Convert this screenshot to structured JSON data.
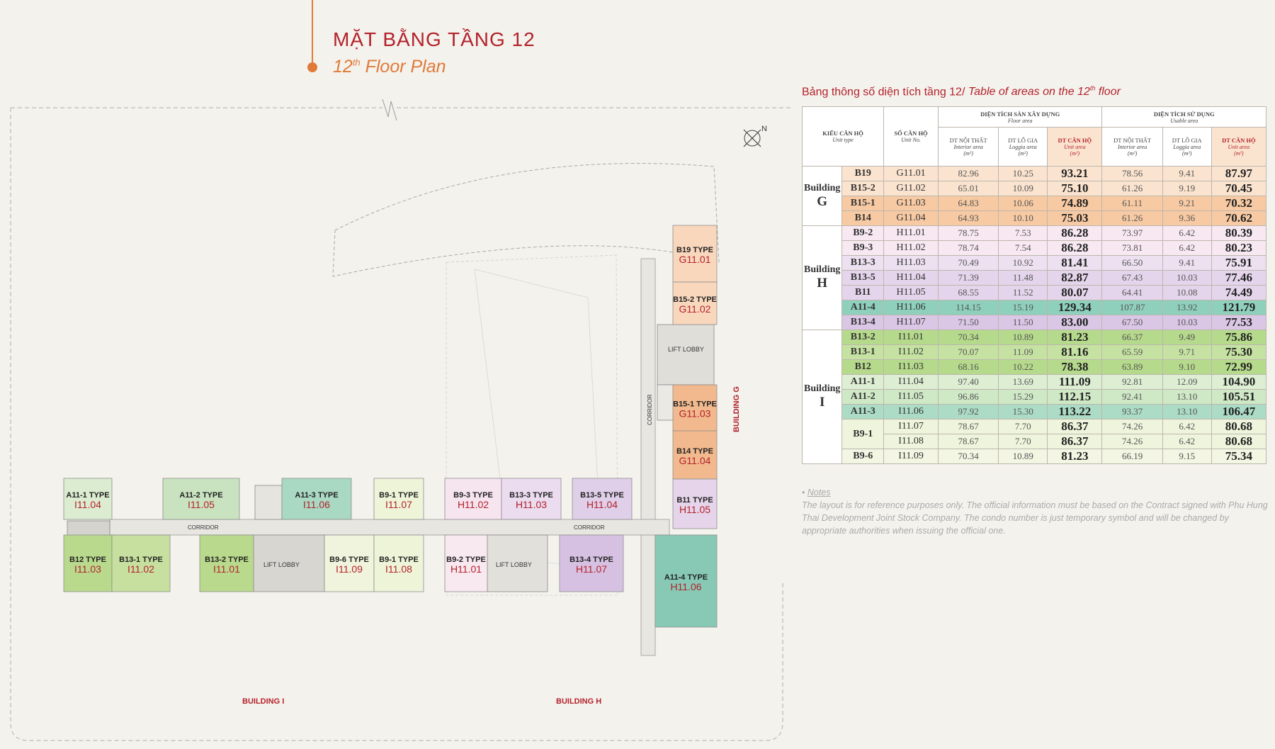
{
  "header": {
    "title_vi": "MẶT BẰNG TẦNG 12",
    "title_en_pre": "12",
    "title_en_sup": "th",
    "title_en_post": " Floor Plan"
  },
  "plan": {
    "compass": "N",
    "buildings": [
      {
        "label": "BUILDING G"
      },
      {
        "label": "BUILDING I"
      },
      {
        "label": "BUILDING H"
      }
    ],
    "corridor_label": "CORRIDOR",
    "lift_lobby_label": "LIFT LOBBY",
    "units": [
      {
        "type": "B19 TYPE",
        "no": "G11.01",
        "color": "#f9d7bd"
      },
      {
        "type": "B15-2 TYPE",
        "no": "G11.02",
        "color": "#f9d7bd"
      },
      {
        "type": "B15-1 TYPE",
        "no": "G11.03",
        "color": "#f2b98e"
      },
      {
        "type": "B14 TYPE",
        "no": "G11.04",
        "color": "#f2b98e"
      },
      {
        "type": "B11 TYPE",
        "no": "H11.05",
        "color": "#e6d4ea"
      },
      {
        "type": "A11-4 TYPE",
        "no": "H11.06",
        "color": "#88c9b6"
      },
      {
        "type": "A11-1 TYPE",
        "no": "I11.04",
        "color": "#dcecd0"
      },
      {
        "type": "A11-2 TYPE",
        "no": "I11.05",
        "color": "#c9e3c0"
      },
      {
        "type": "A11-3 TYPE",
        "no": "I11.06",
        "color": "#a9d8c3"
      },
      {
        "type": "B9-1 TYPE",
        "no": "I11.07",
        "color": "#eef4d8"
      },
      {
        "type": "B9-3 TYPE",
        "no": "H11.02",
        "color": "#f6e4ef"
      },
      {
        "type": "B13-3 TYPE",
        "no": "H11.03",
        "color": "#ebdcef"
      },
      {
        "type": "B13-5 TYPE",
        "no": "H11.04",
        "color": "#e0cfe8"
      },
      {
        "type": "B12 TYPE",
        "no": "I11.03",
        "color": "#b9d98d"
      },
      {
        "type": "B13-1 TYPE",
        "no": "I11.02",
        "color": "#c7e09f"
      },
      {
        "type": "B13-2 TYPE",
        "no": "I11.01",
        "color": "#b9d98d"
      },
      {
        "type": "B9-6 TYPE",
        "no": "I11.09",
        "color": "#f0f4dc"
      },
      {
        "type": "B9-1 TYPE",
        "no": "I11.08",
        "color": "#eef4d8"
      },
      {
        "type": "B9-2 TYPE",
        "no": "H11.01",
        "color": "#f8e8f0"
      },
      {
        "type": "B13-4 TYPE",
        "no": "H11.07",
        "color": "#d7c1e2"
      }
    ]
  },
  "table": {
    "caption_a": "Bảng thông số diện tích tầng 12/ ",
    "caption_b": "Table of areas on the 12",
    "caption_sup": "th",
    "caption_c": " floor",
    "headers": {
      "type_vi": "KIỂU CĂN HỘ",
      "type_en": "Unit type",
      "no_vi": "SỐ CĂN HỘ",
      "no_en": "Unit No.",
      "floor_vi": "DIỆN TÍCH SÀN XÂY DỰNG",
      "floor_en": "Floor area",
      "usable_vi": "DIỆN TÍCH SỬ DỤNG",
      "usable_en": "Usable area",
      "c1_vi": "DT NỘI THẤT",
      "c1_en": "Interior area",
      "unit": "(m²)",
      "c2_vi": "DT LÔ GIA",
      "c2_en": "Loggia area",
      "c3_vi": "DT CĂN HỘ",
      "c3_en": "Unit area"
    },
    "groups": [
      {
        "building": "Building",
        "letter": "G",
        "rows": [
          {
            "type": "B19",
            "no": "G11.01",
            "fi": "82.96",
            "fl": "10.25",
            "fu": "93.21",
            "ui": "78.56",
            "ul": "9.41",
            "uu": "87.97",
            "color": "#fbe4cf"
          },
          {
            "type": "B15-2",
            "no": "G11.02",
            "fi": "65.01",
            "fl": "10.09",
            "fu": "75.10",
            "ui": "61.26",
            "ul": "9.19",
            "uu": "70.45",
            "color": "#fbe4cf"
          },
          {
            "type": "B15-1",
            "no": "G11.03",
            "fi": "64.83",
            "fl": "10.06",
            "fu": "74.89",
            "ui": "61.11",
            "ul": "9.21",
            "uu": "70.32",
            "color": "#f7caa3"
          },
          {
            "type": "B14",
            "no": "G11.04",
            "fi": "64.93",
            "fl": "10.10",
            "fu": "75.03",
            "ui": "61.26",
            "ul": "9.36",
            "uu": "70.62",
            "color": "#f7caa3"
          }
        ]
      },
      {
        "building": "Building",
        "letter": "H",
        "rows": [
          {
            "type": "B9-2",
            "no": "H11.01",
            "fi": "78.75",
            "fl": "7.53",
            "fu": "86.28",
            "ui": "73.97",
            "ul": "6.42",
            "uu": "80.39",
            "color": "#f7e8f1"
          },
          {
            "type": "B9-3",
            "no": "H11.02",
            "fi": "78.74",
            "fl": "7.54",
            "fu": "86.28",
            "ui": "73.81",
            "ul": "6.42",
            "uu": "80.23",
            "color": "#f7e8f1"
          },
          {
            "type": "B13-3",
            "no": "H11.03",
            "fi": "70.49",
            "fl": "10.92",
            "fu": "81.41",
            "ui": "66.50",
            "ul": "9.41",
            "uu": "75.91",
            "color": "#ede1f1"
          },
          {
            "type": "B13-5",
            "no": "H11.04",
            "fi": "71.39",
            "fl": "11.48",
            "fu": "82.87",
            "ui": "67.43",
            "ul": "10.03",
            "uu": "77.46",
            "color": "#e5d5ec"
          },
          {
            "type": "B11",
            "no": "H11.05",
            "fi": "68.55",
            "fl": "11.52",
            "fu": "80.07",
            "ui": "64.41",
            "ul": "10.08",
            "uu": "74.49",
            "color": "#e5d5ec"
          },
          {
            "type": "A11-4",
            "no": "H11.06",
            "fi": "114.15",
            "fl": "15.19",
            "fu": "129.34",
            "ui": "107.87",
            "ul": "13.92",
            "uu": "121.79",
            "color": "#8fd0bd"
          },
          {
            "type": "B13-4",
            "no": "H11.07",
            "fi": "71.50",
            "fl": "11.50",
            "fu": "83.00",
            "ui": "67.50",
            "ul": "10.03",
            "uu": "77.53",
            "color": "#dac6e5"
          }
        ]
      },
      {
        "building": "Building",
        "letter": "I",
        "rows": [
          {
            "type": "B13-2",
            "no": "I11.01",
            "fi": "70.34",
            "fl": "10.89",
            "fu": "81.23",
            "ui": "66.37",
            "ul": "9.49",
            "uu": "75.86",
            "color": "#b6da8c"
          },
          {
            "type": "B13-1",
            "no": "I11.02",
            "fi": "70.07",
            "fl": "11.09",
            "fu": "81.16",
            "ui": "65.59",
            "ul": "9.71",
            "uu": "75.30",
            "color": "#c6e2a2"
          },
          {
            "type": "B12",
            "no": "I11.03",
            "fi": "68.16",
            "fl": "10.22",
            "fu": "78.38",
            "ui": "63.89",
            "ul": "9.10",
            "uu": "72.99",
            "color": "#b6da8c"
          },
          {
            "type": "A11-1",
            "no": "I11.04",
            "fi": "97.40",
            "fl": "13.69",
            "fu": "111.09",
            "ui": "92.81",
            "ul": "12.09",
            "uu": "104.90",
            "color": "#ddeed3"
          },
          {
            "type": "A11-2",
            "no": "I11.05",
            "fi": "96.86",
            "fl": "15.29",
            "fu": "112.15",
            "ui": "92.41",
            "ul": "13.10",
            "uu": "105.51",
            "color": "#cfe8c6"
          },
          {
            "type": "A11-3",
            "no": "I11.06",
            "fi": "97.92",
            "fl": "15.30",
            "fu": "113.22",
            "ui": "93.37",
            "ul": "13.10",
            "uu": "106.47",
            "color": "#acdcc6"
          },
          {
            "type": "B9-1",
            "no": "I11.07",
            "fi": "78.67",
            "fl": "7.70",
            "fu": "86.37",
            "ui": "74.26",
            "ul": "6.42",
            "uu": "80.68",
            "color": "#eff5dc"
          },
          {
            "type": "",
            "no": "I11.08",
            "fi": "78.67",
            "fl": "7.70",
            "fu": "86.37",
            "ui": "74.26",
            "ul": "6.42",
            "uu": "80.68",
            "color": "#eff5dc"
          },
          {
            "type": "B9-6",
            "no": "I11.09",
            "fi": "70.34",
            "fl": "10.89",
            "fu": "81.23",
            "ui": "66.19",
            "ul": "9.15",
            "uu": "75.34",
            "color": "#f3f6e3"
          }
        ]
      }
    ]
  },
  "notes": {
    "title": "Notes",
    "text": "The layout is for reference purposes only. The official information must be based on the Contract signed with Phu Hung Thai Development Joint Stock Company. The condo number is just temporary symbol and will be changed by appropriate authorities when issuing the official one."
  }
}
